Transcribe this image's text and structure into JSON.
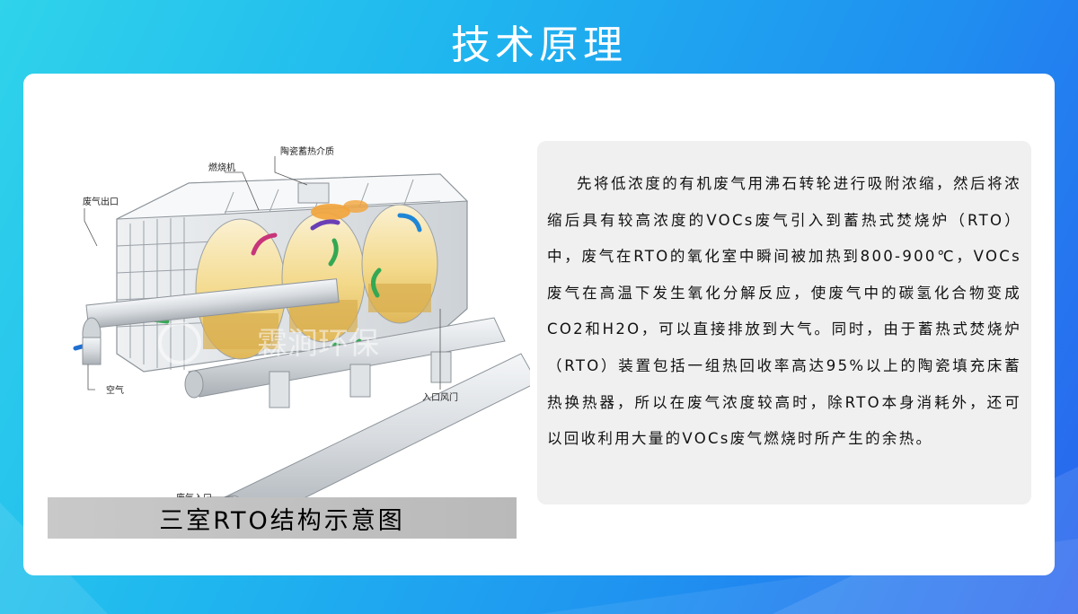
{
  "page": {
    "title": "技术原理"
  },
  "diagram": {
    "labels": {
      "ceramic_media": "陶瓷蓄热介质",
      "burner": "燃烧机",
      "exhaust_outlet": "废气出口",
      "air": "空气",
      "inlet_damper": "入口风门",
      "exhaust_inlet": "废气入口"
    },
    "watermark": "霖涧环保",
    "caption": "三室RTO结构示意图"
  },
  "description": {
    "text": "先将低浓度的有机废气用沸石转轮进行吸附浓缩，然后将浓缩后具有较高浓度的VOCs废气引入到蓄热式焚烧炉（RTO）中，废气在RTO的氧化室中瞬间被加热到800-900℃，VOCs废气在高温下发生氧化分解反应，使废气中的碳氢化合物变成CO2和H2O，可以直接排放到大气。同时，由于蓄热式焚烧炉（RTO）装置包括一组热回收率高达95%以上的陶瓷填充床蓄热换热器，所以在废气浓度较高时，除RTO本身消耗外，还可以回收利用大量的VOCs废气燃烧时所产生的余热。"
  },
  "colors": {
    "background_start": "#2fd3ea",
    "background_end": "#2a63ee",
    "card": "#ffffff",
    "text_panel": "#f0f0f0",
    "caption_bar": "#c0c0c0"
  }
}
